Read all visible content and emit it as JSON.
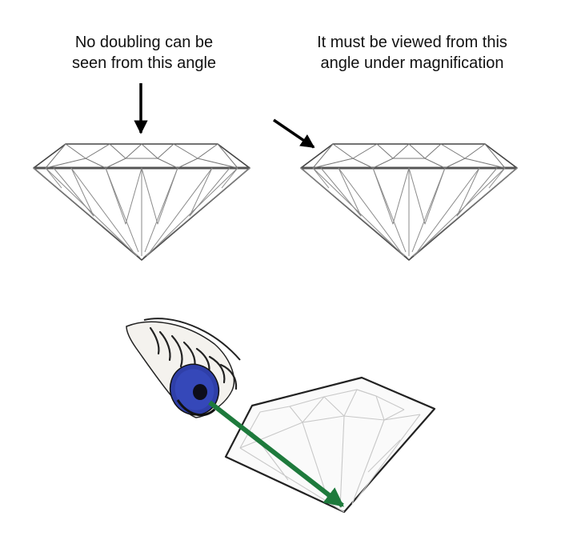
{
  "captions": {
    "left": {
      "line1": "No doubling can be",
      "line2": "seen from this angle"
    },
    "right": {
      "line1": "It must be viewed from this",
      "line2": "angle under magnification"
    }
  },
  "colors": {
    "outline": "#444444",
    "facet_light": "#9a9a9a",
    "girdle": "#555555",
    "arrow": "#000000",
    "sight_line": "#1e7a3c",
    "iris": "#2f3fa8",
    "pupil": "#0d0d1a"
  },
  "icons": {
    "diamond": "side-view-diamond-icon",
    "eye": "eye-icon",
    "sight_arrow": "sight-arrow-icon"
  }
}
